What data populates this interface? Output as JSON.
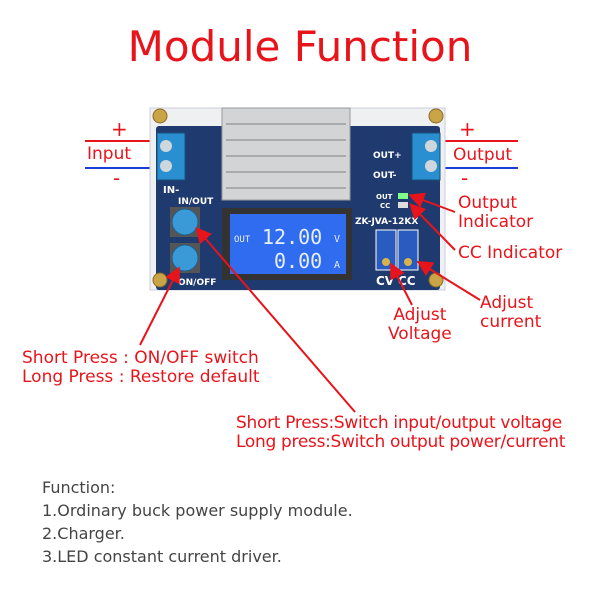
{
  "title": "Module Function",
  "input": {
    "plus": "+",
    "label": "Input",
    "minus": "-"
  },
  "output": {
    "plus": "+",
    "label": "Output",
    "minus": "-"
  },
  "board": {
    "in_minus": "IN-",
    "in_out": "IN/OUT",
    "on_off": "ON/OFF",
    "out_plus": "OUT+",
    "out_minus": "OUT-",
    "led_out": "OUT",
    "led_cc": "CC",
    "model": "ZK-JVA-12KX",
    "cv": "CV",
    "cc": "CC",
    "lcd_out": "OUT",
    "lcd_voltage": "12.00",
    "lcd_v_unit": "V",
    "lcd_current": "0.00",
    "lcd_a_unit": "A"
  },
  "callouts": {
    "output_indicator": [
      "Output",
      "Indicator"
    ],
    "cc_indicator": "CC Indicator",
    "adjust_current": [
      "Adjust",
      "current"
    ],
    "adjust_voltage": [
      "Adjust",
      "Voltage"
    ],
    "onoff": [
      "Short Press : ON/OFF switch",
      "Long Press : Restore default"
    ],
    "inout": [
      "Short Press:Switch input/output voltage",
      "Long press:Switch output power/current"
    ]
  },
  "function": {
    "heading": "Function:",
    "items": [
      "1.Ordinary buck power supply module.",
      "2.Charger.",
      "3.LED constant current driver."
    ]
  },
  "colors": {
    "accent": "#e8141b",
    "pcb": "#1f3a6e",
    "lcd": "#2f6cf0",
    "wire_blue": "#1a3fd6"
  }
}
